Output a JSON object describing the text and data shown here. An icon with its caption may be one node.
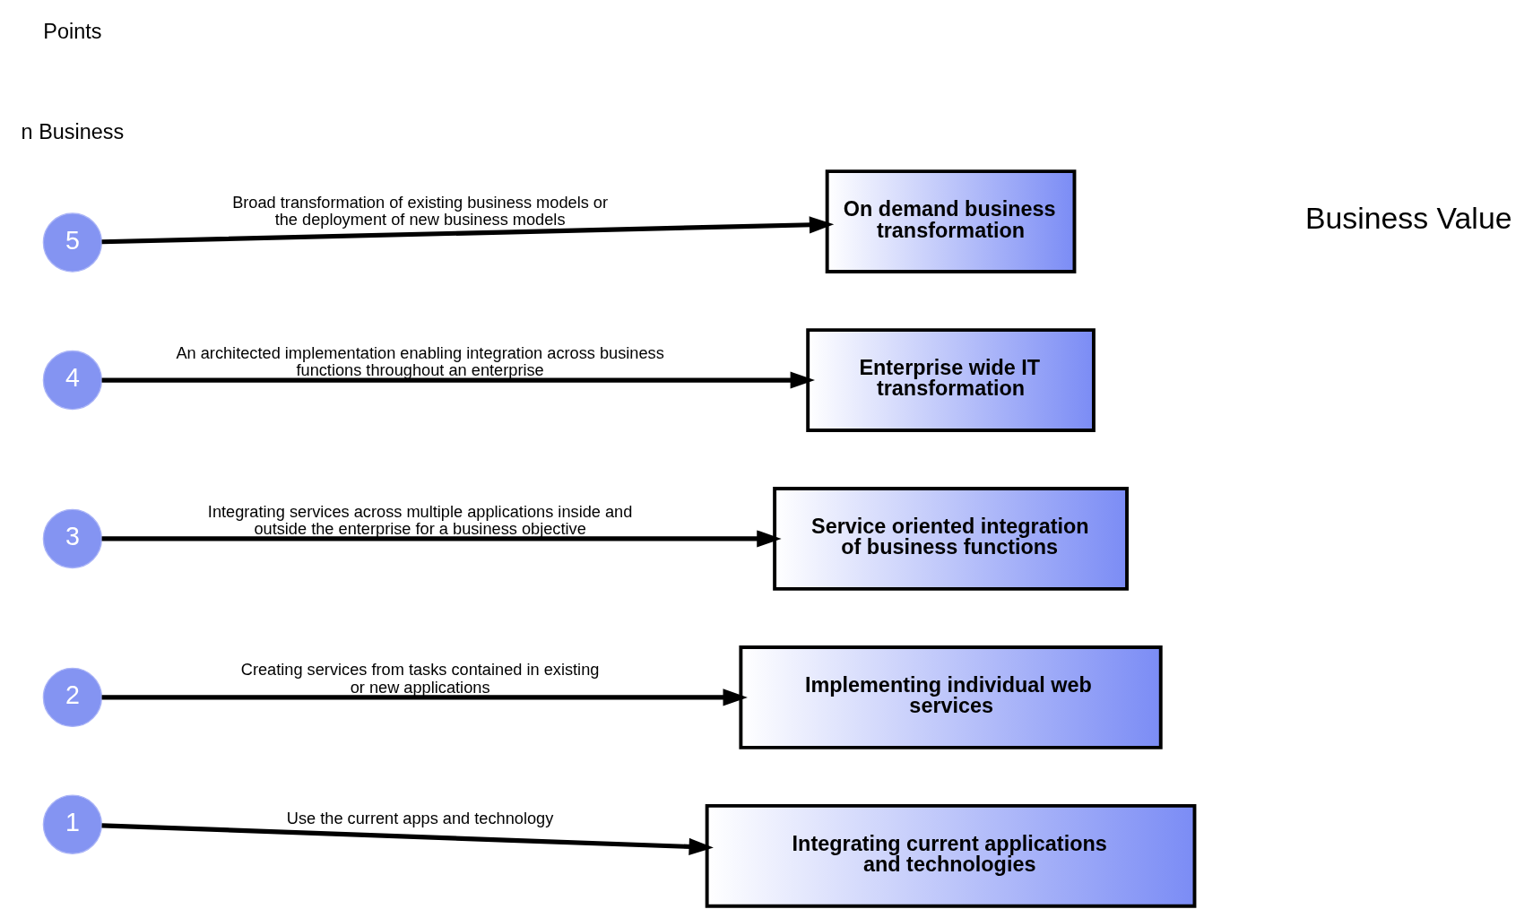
{
  "diagram": {
    "nodes": [
      {
        "text": [
          "5"
        ]
      },
      {
        "text": [
          "On demand business transformation"
        ]
      },
      {
        "text": [
          "4"
        ]
      },
      {
        "text": [
          "Enterprise wide IT transformation"
        ]
      },
      {
        "text": [
          "3"
        ]
      },
      {
        "text": [
          "Service oriented integration of business functions"
        ]
      },
      {
        "text": [
          "2"
        ]
      },
      {
        "text": [
          "Implementing individual web services"
        ]
      },
      {
        "text": [
          "1"
        ]
      },
      {
        "text": [
          "Integrating current applications and technologies"
        ]
      }
    ],
    "edges": [
      {
        "from": 0,
        "to": 1,
        "arrow": "to",
        "label": "Broad transformation of existing business models or the deployment of new business models"
      },
      {
        "from": 2,
        "to": 3,
        "arrow": "to",
        "label": "An architected implementation enabling integration across business functions throughout an enterprise"
      },
      {
        "from": 4,
        "to": 5,
        "arrow": "to",
        "label": "Integrating services across multiple applications inside and outside the enterprise for a business objective"
      },
      {
        "from": 6,
        "to": 7,
        "arrow": "to",
        "label": "Creating services from tasks contained in existing or new applications"
      },
      {
        "from": 8,
        "to": 9,
        "arrow": "to",
        "label": "Use the current apps and technology"
      }
    ],
    "labels": [
      "Points",
      "n Business",
      "Business Value"
    ]
  }
}
